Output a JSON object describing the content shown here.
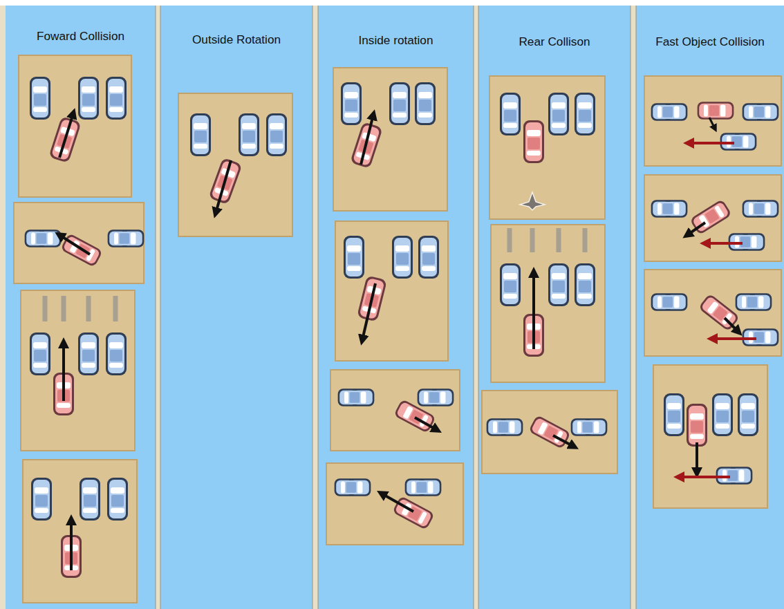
{
  "diagram": {
    "nodes": [
      {
        "text": [
          "Foward Collision"
        ]
      },
      {
        "text": [
          "Outside Rotation"
        ]
      },
      {
        "text": [
          "Inside rotation"
        ]
      },
      {
        "text": [
          "Rear Collison"
        ]
      },
      {
        "text": [
          "Fast Object Collision"
        ]
      }
    ]
  }
}
